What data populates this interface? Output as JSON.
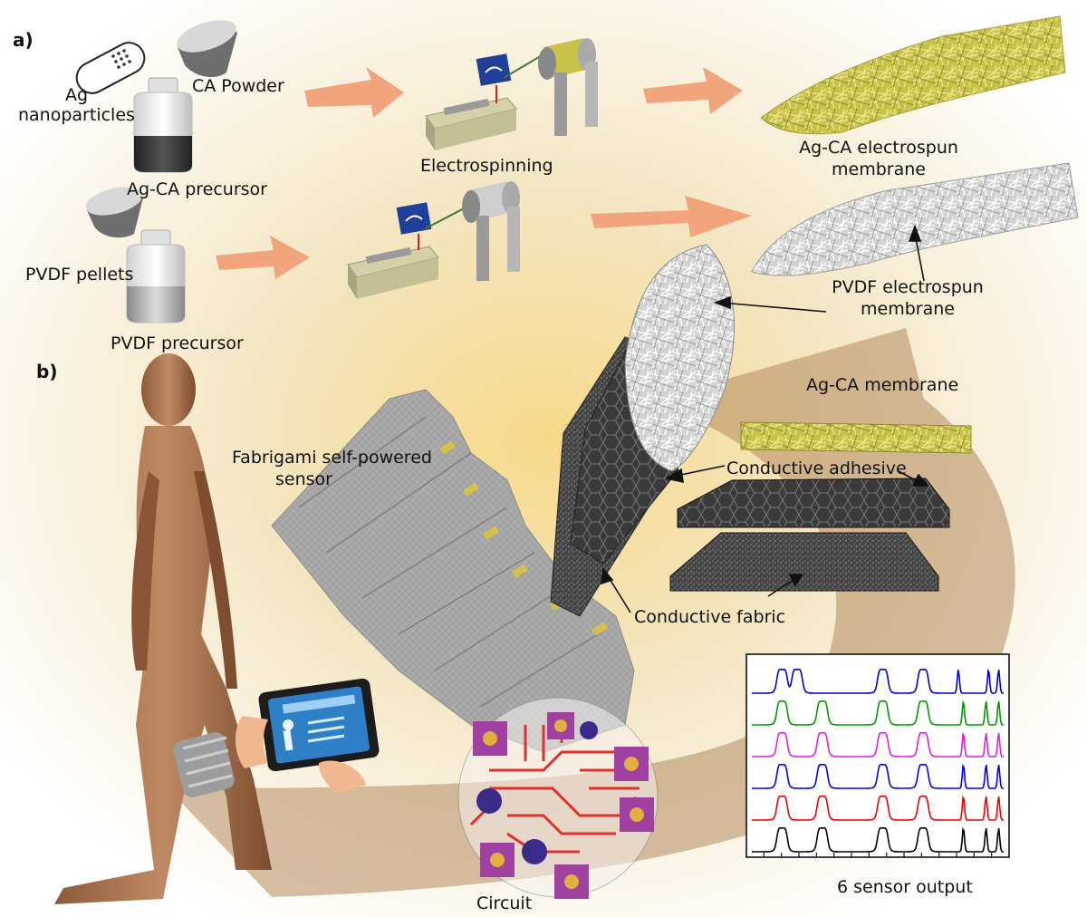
{
  "panels": {
    "a": "a)",
    "b": "b)"
  },
  "labels": {
    "ag_nanoparticles_1": "Ag",
    "ag_nanoparticles_2": "nanoparticles",
    "ca_powder": "CA Powder",
    "ag_ca_precursor": "Ag-CA precursor",
    "electrospinning": "Electrospinning",
    "ag_ca_electrospun_1": "Ag-CA electrospun",
    "ag_ca_electrospun_2": "membrane",
    "pvdf_pellets": "PVDF pellets",
    "pvdf_precursor": "PVDF precursor",
    "pvdf_electrospun_1": "PVDF electrospun",
    "pvdf_electrospun_2": "membrane",
    "ag_ca_membrane": "Ag-CA membrane",
    "fabrigami_1": "Fabrigami self-powered",
    "fabrigami_2": "sensor",
    "conductive_adhesive": "Conductive adhesive",
    "conductive_fabric": "Conductive fabric",
    "circuit": "Circuit",
    "six_sensor_output": "6 sensor output"
  },
  "colors": {
    "background_glow": "#f3e3b4",
    "arrow_fill": "#f2a47c",
    "swirl": "#b48a5e",
    "figure_skin": "#b27c58",
    "ag_ca_fiber": "#c9c24a",
    "pvdf_fiber": "#d9d9d9",
    "fabric_gray": "#9c9c9c",
    "circuit_red": "#e03030",
    "circuit_purple": "#a040a0"
  },
  "chart_data": {
    "type": "line",
    "title": "",
    "xlabel": "",
    "ylabel": "",
    "x_ticks": 15,
    "series": [
      {
        "color": "#0000cc",
        "peaks": [
          0.12,
          0.18,
          0.52,
          0.68,
          0.82,
          0.94,
          0.98
        ]
      },
      {
        "color": "#009900",
        "peaks": [
          0.12,
          0.28,
          0.52,
          0.68,
          0.84,
          0.93,
          0.98
        ]
      },
      {
        "color": "#e020e0",
        "peaks": [
          0.12,
          0.28,
          0.52,
          0.68,
          0.84,
          0.93,
          0.98
        ]
      },
      {
        "color": "#0000ff",
        "peaks": [
          0.12,
          0.28,
          0.52,
          0.68,
          0.84,
          0.93,
          0.98
        ]
      },
      {
        "color": "#ee0000",
        "peaks": [
          0.12,
          0.28,
          0.52,
          0.68,
          0.84,
          0.93,
          0.98
        ]
      },
      {
        "color": "#000000",
        "peaks": [
          0.12,
          0.28,
          0.52,
          0.68,
          0.84,
          0.93,
          0.98
        ]
      }
    ]
  }
}
